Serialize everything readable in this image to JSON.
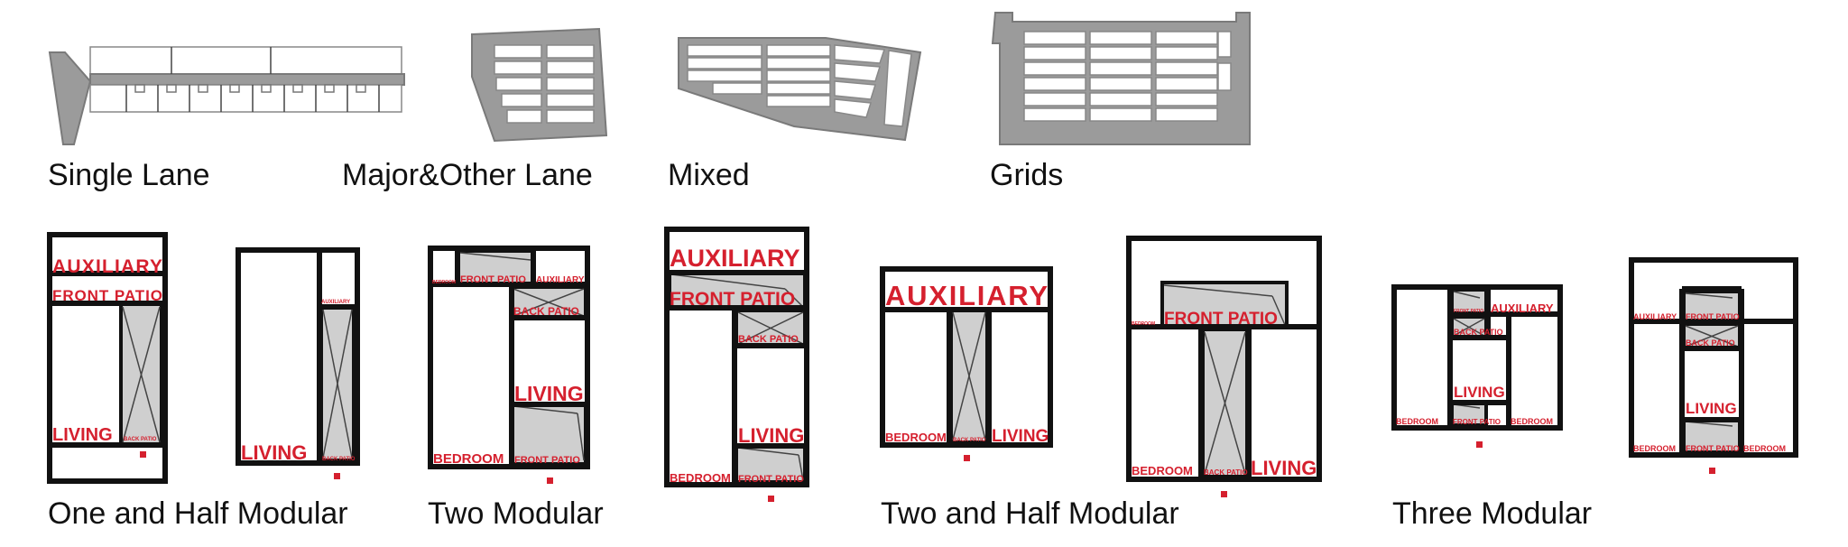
{
  "lane_types": [
    {
      "key": "single",
      "label": "Single Lane"
    },
    {
      "key": "major",
      "label": "Major&Other Lane"
    },
    {
      "key": "mixed",
      "label": "Mixed"
    },
    {
      "key": "grids",
      "label": "Grids"
    }
  ],
  "modular_types": [
    {
      "key": "one_half",
      "label": "One and Half Modular"
    },
    {
      "key": "two",
      "label": "Two Modular"
    },
    {
      "key": "two_half",
      "label": "Two and Half Modular"
    },
    {
      "key": "three",
      "label": "Three Modular"
    }
  ],
  "rooms": {
    "auxiliary": "AUXILIARY",
    "front_patio": "FRONT PATIO",
    "back_patio": "BACK PATIO",
    "living": "LIVING",
    "bedroom": "BEDROOM"
  },
  "colors": {
    "label_red": "#d5202e",
    "plan_gray": "#9b9b9b",
    "patio_gray": "#cfcfcf",
    "outline": "#111111"
  }
}
